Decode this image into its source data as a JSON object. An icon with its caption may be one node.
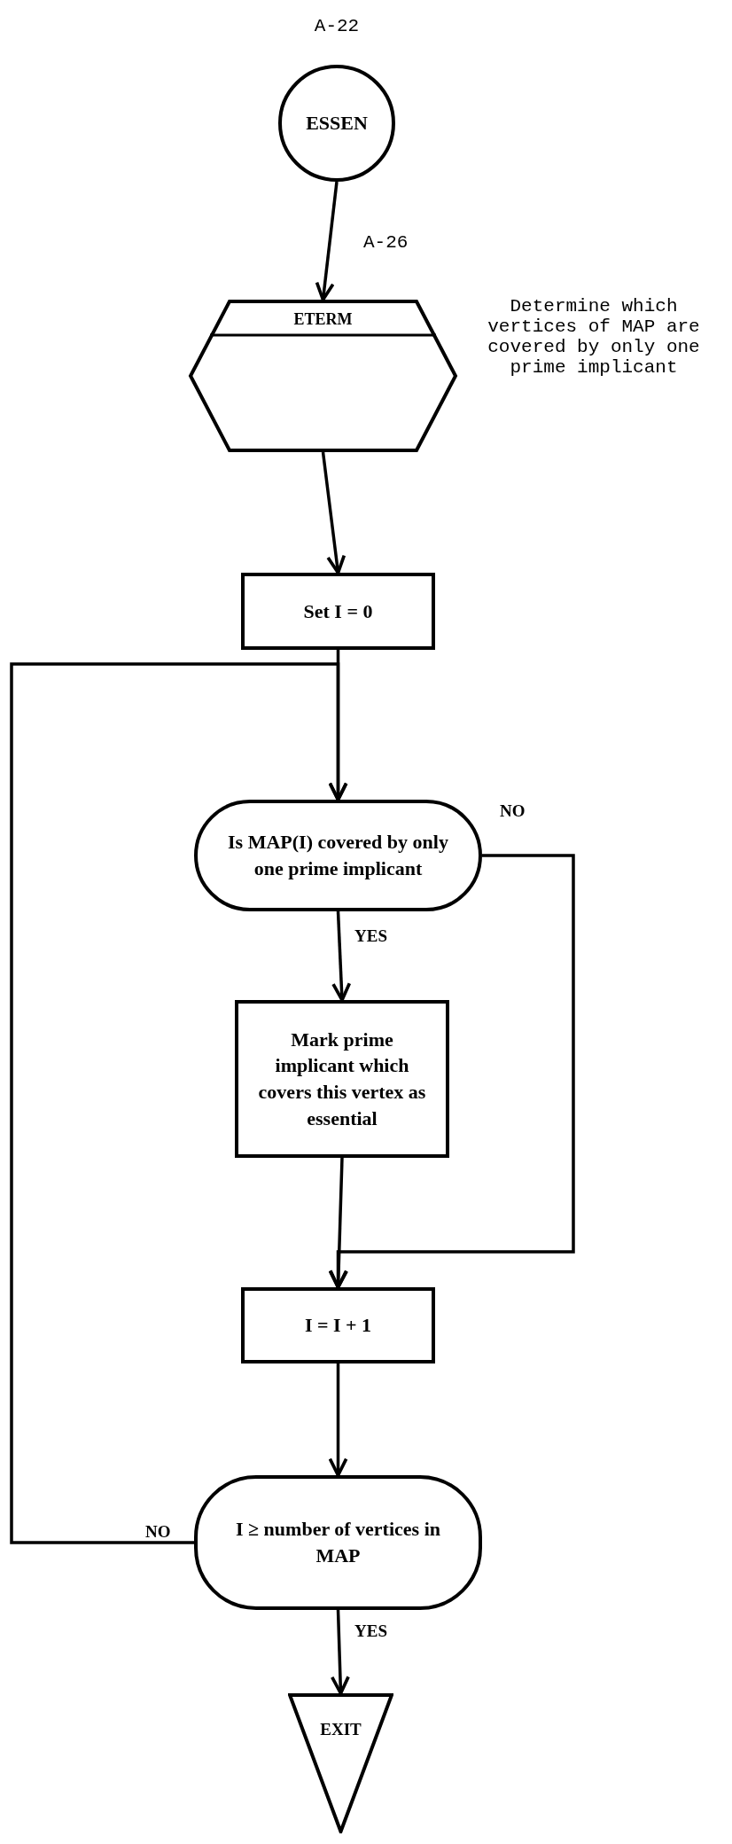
{
  "diagram": {
    "nodes": [
      {
        "text": [
          "ESSEN"
        ],
        "beside": [
          "A-22"
        ]
      },
      {
        "text": [
          "ETERM"
        ],
        "beside": [
          "A-26",
          "Determine which vertices of MAP are covered by only one prime implicant"
        ]
      },
      {
        "text": [
          "Set I = 0"
        ]
      },
      {
        "text": [
          "Is MAP(I) covered by only one prime implicant"
        ]
      },
      {
        "text": [
          "Mark prime implicant which covers this vertex as essential"
        ]
      },
      {
        "text": [
          "I = I + 1"
        ]
      },
      {
        "text": [
          "I ≥ number of vertices in MAP"
        ]
      },
      {
        "text": [
          "EXIT"
        ]
      }
    ],
    "edges": [
      {
        "from": 0,
        "to": 1,
        "arrow": "to"
      },
      {
        "from": 1,
        "to": 2,
        "arrow": "to"
      },
      {
        "from": 2,
        "to": 3,
        "arrow": "to"
      },
      {
        "from": 3,
        "to": 4,
        "arrow": "to",
        "label": "YES"
      },
      {
        "from": 3,
        "to": 5,
        "arrow": "to",
        "label": "NO"
      },
      {
        "from": 4,
        "to": 5,
        "arrow": "to"
      },
      {
        "from": 5,
        "to": 6,
        "arrow": "to"
      },
      {
        "from": 6,
        "to": 3,
        "arrow": "to",
        "label": "NO"
      },
      {
        "from": 6,
        "to": 7,
        "arrow": "to",
        "label": "YES"
      }
    ]
  }
}
